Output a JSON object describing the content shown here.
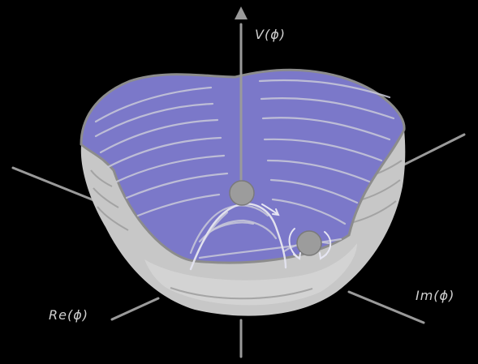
{
  "labels": {
    "vertical_axis": "V(ϕ)",
    "real_axis": "Re(ϕ)",
    "imag_axis": "Im(ϕ)"
  },
  "colors": {
    "background": "#000000",
    "potential_surface": "#7b78c9",
    "bowl_wall": "#c8c8c8",
    "axis": "#9a9a9a",
    "ball": "#9c9c9c"
  }
}
